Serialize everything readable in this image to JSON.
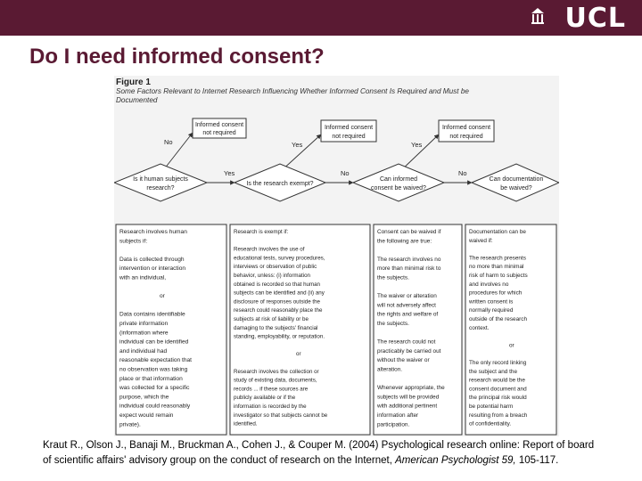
{
  "header": {
    "logo_text": "UCL",
    "bar_color": "#5a1a33"
  },
  "slide": {
    "title": "Do I need informed consent?"
  },
  "figure": {
    "label": "Figure 1",
    "caption_line1": "Some Factors Relevant to Internet Research Influencing Whether Informed Consent Is Required and Must be",
    "caption_line2": "Documented",
    "decisions": [
      {
        "line1": "Is it human subjects",
        "line2": "research?"
      },
      {
        "line1": "Is the research exempt?",
        "line2": ""
      },
      {
        "line1": "Can informed",
        "line2": "consent be waived?"
      },
      {
        "line1": "Can documentation",
        "line2": "be waived?"
      }
    ],
    "outcomes": [
      {
        "line1": "Informed consent",
        "line2": "not required"
      },
      {
        "line1": "Informed consent",
        "line2": "not required"
      },
      {
        "line1": "Informed consent",
        "line2": "not required"
      }
    ],
    "edge_labels": {
      "no_1": "No",
      "yes_1": "Yes",
      "yes_2": "Yes",
      "yes_between": "Yes",
      "no_between_1": "No",
      "no_between_2": "No"
    },
    "panels": [
      {
        "lines": [
          "Research involves human",
          "subjects if:",
          "",
          "Data is collected through",
          "intervention or interaction",
          "with an individual,",
          "",
          "or",
          "",
          "Data contains identifiable",
          "private information",
          "(information where",
          "individual can be identified",
          "and individual had",
          "reasonable expectation that",
          "no observation was taking",
          "place or that information",
          "was collected for a specific",
          "purpose, which the",
          "individual could reasonably",
          "expect would remain",
          "private)."
        ]
      },
      {
        "lines": [
          "Research is exempt if:",
          "",
          "Research involves the use of",
          "educational tests, survey procedures,",
          "interviews or observation of public",
          "behavior, unless: (i) information",
          "obtained is recorded so that human",
          "subjects can be identified and (ii) any",
          "disclosure of responses outside the",
          "research could reasonably place the",
          "subjects at risk of liability or be",
          "damaging to the subjects' financial",
          "standing, employability, or reputation.",
          "",
          "or",
          "",
          "Research involves the collection or",
          "study of existing data, documents,",
          "records ... if these sources are",
          "publicly available or if the",
          "information is recorded by the",
          "investigator so that subjects cannot be",
          "identified."
        ]
      },
      {
        "lines": [
          "Consent can be waived if",
          "the following are true:",
          "",
          "The research involves no",
          "more than minimal risk to",
          "the subjects.",
          "",
          "The waiver or alteration",
          "will not adversely affect",
          "the rights and welfare of",
          "the subjects.",
          "",
          "The research could not",
          "practicably be carried out",
          "without the waiver or",
          "alteration.",
          "",
          "Whenever appropriate, the",
          "subjects will be provided",
          "with additional pertinent",
          "information after",
          "participation."
        ]
      },
      {
        "lines": [
          "Documentation can be",
          "waived if:",
          "",
          "The research presents",
          "no more than minimal",
          "risk of harm to subjects",
          "and involves no",
          "procedures for which",
          "written consent is",
          "normally required",
          "outside of the research",
          "context.",
          "",
          "or",
          "",
          "The only record linking",
          "the subject and the",
          "research would be the",
          "consent document and",
          "the principal risk would",
          "be potential harm",
          "resulting from a breach",
          "of confidentiality."
        ]
      }
    ]
  },
  "citation": {
    "line1": "Kraut R., Olson J., Banaji M., Bruckman A., Cohen J., & Couper M. (2004) Psychological research online: Report of board",
    "line2_prefix": "of scientific affairs' advisory group on the conduct of research on the Internet, ",
    "journal": "American Psychologist 59,",
    "pages": " 105-117."
  }
}
